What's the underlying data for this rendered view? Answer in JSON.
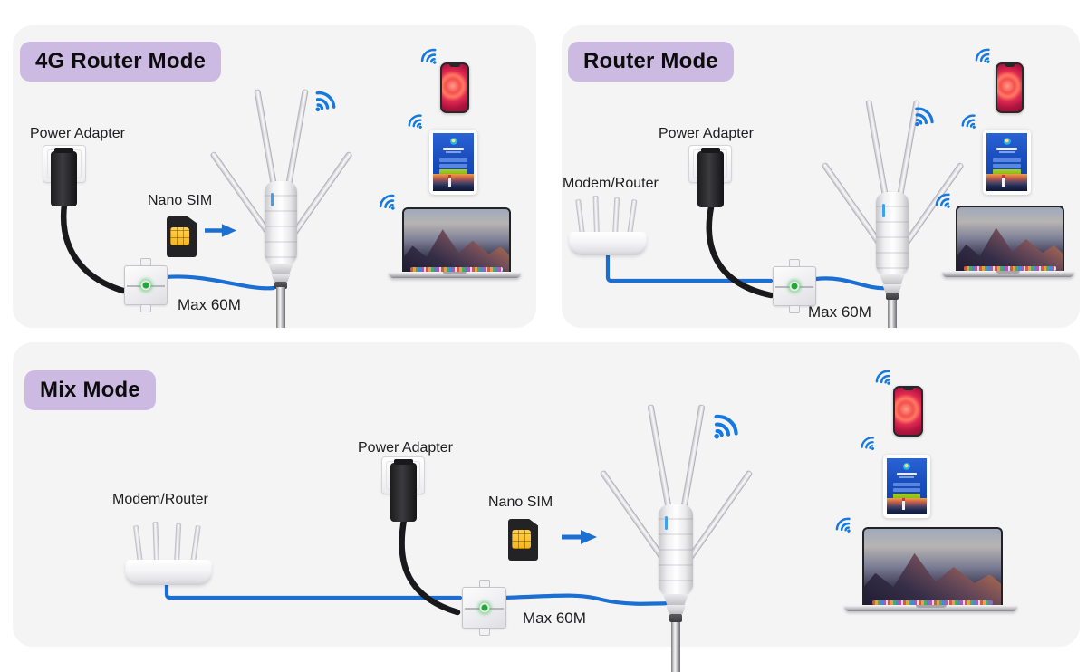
{
  "colors": {
    "panel_bg": "#f4f4f5",
    "badge_bg": "#cdbae2",
    "wifi_blue": "#1579e0",
    "cable_blue": "#1b6fd3",
    "power_cable": "#19191b",
    "led_green": "#22a836",
    "sim_gold": "#f3b51d",
    "label_color": "#1d1d1f",
    "title_color": "#0c0c0d"
  },
  "icons": {
    "wifi": "wifi-signal-icon",
    "arrow": "right-arrow-icon"
  },
  "panels": [
    {
      "id": "4g-router-mode",
      "title": "4G Router Mode",
      "labels": {
        "power_adapter": "Power Adapter",
        "nano_sim": "Nano SIM",
        "max_distance": "Max 60M"
      }
    },
    {
      "id": "router-mode",
      "title": "Router Mode",
      "labels": {
        "power_adapter": "Power Adapter",
        "modem_router": "Modem/Router",
        "max_distance": "Max 60M"
      }
    },
    {
      "id": "mix-mode",
      "title": "Mix Mode",
      "labels": {
        "modem_router": "Modem/Router",
        "power_adapter": "Power Adapter",
        "nano_sim": "Nano SIM",
        "max_distance": "Max 60M"
      }
    }
  ]
}
